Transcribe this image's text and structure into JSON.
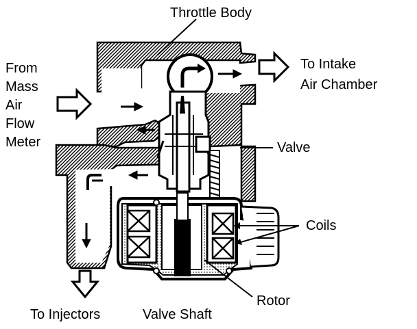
{
  "labels": {
    "throttle_body": "Throttle Body",
    "from_mass_air_flow_meter": [
      "From",
      "Mass",
      "Air",
      "Flow",
      "Meter"
    ],
    "to_intake_air_chamber": [
      "To Intake",
      "Air Chamber"
    ],
    "valve": "Valve",
    "coils": "Coils",
    "rotor": "Rotor",
    "to_injectors": "To Injectors",
    "valve_shaft": "Valve Shaft"
  },
  "colors": {
    "ink": "#000000",
    "paper": "#ffffff"
  }
}
